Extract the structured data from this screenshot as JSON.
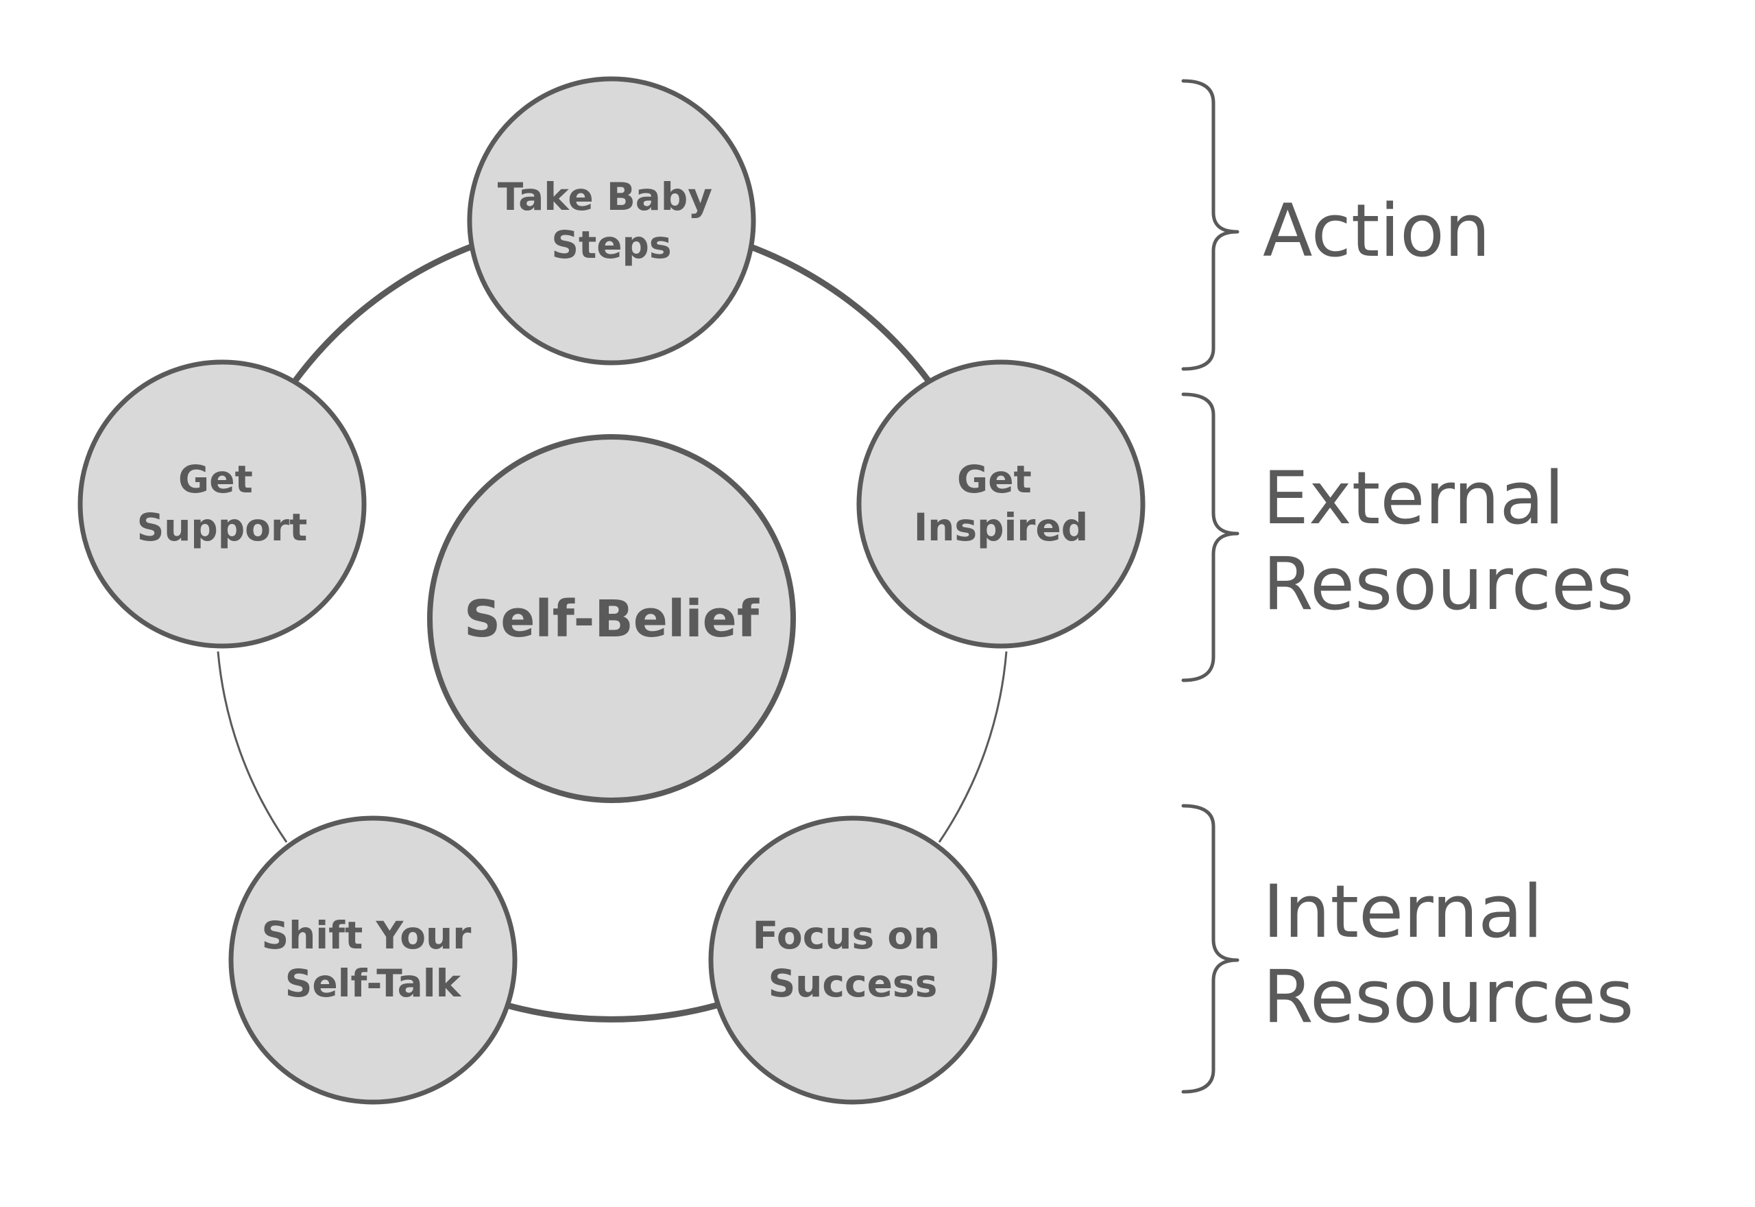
{
  "diagram": {
    "center": {
      "label": "Self-Belief"
    },
    "nodes": [
      {
        "id": "take-baby-steps",
        "lines": [
          "Take Baby",
          "Steps"
        ]
      },
      {
        "id": "get-inspired",
        "lines": [
          "Get",
          "Inspired"
        ]
      },
      {
        "id": "focus-on-success",
        "lines": [
          "Focus on",
          "Success"
        ]
      },
      {
        "id": "shift-your-self-talk",
        "lines": [
          "Shift Your",
          "Self-Talk"
        ]
      },
      {
        "id": "get-support",
        "lines": [
          "Get",
          "Support"
        ]
      }
    ],
    "groups": [
      {
        "id": "action",
        "lines": [
          "Action"
        ]
      },
      {
        "id": "external-resources",
        "lines": [
          "External",
          "Resources"
        ]
      },
      {
        "id": "internal-resources",
        "lines": [
          "Internal",
          "Resources"
        ]
      }
    ],
    "colors": {
      "node_fill": "#d9d9d9",
      "stroke": "#5a5a5a",
      "text": "#5a5a5a",
      "background": "#ffffff"
    }
  }
}
